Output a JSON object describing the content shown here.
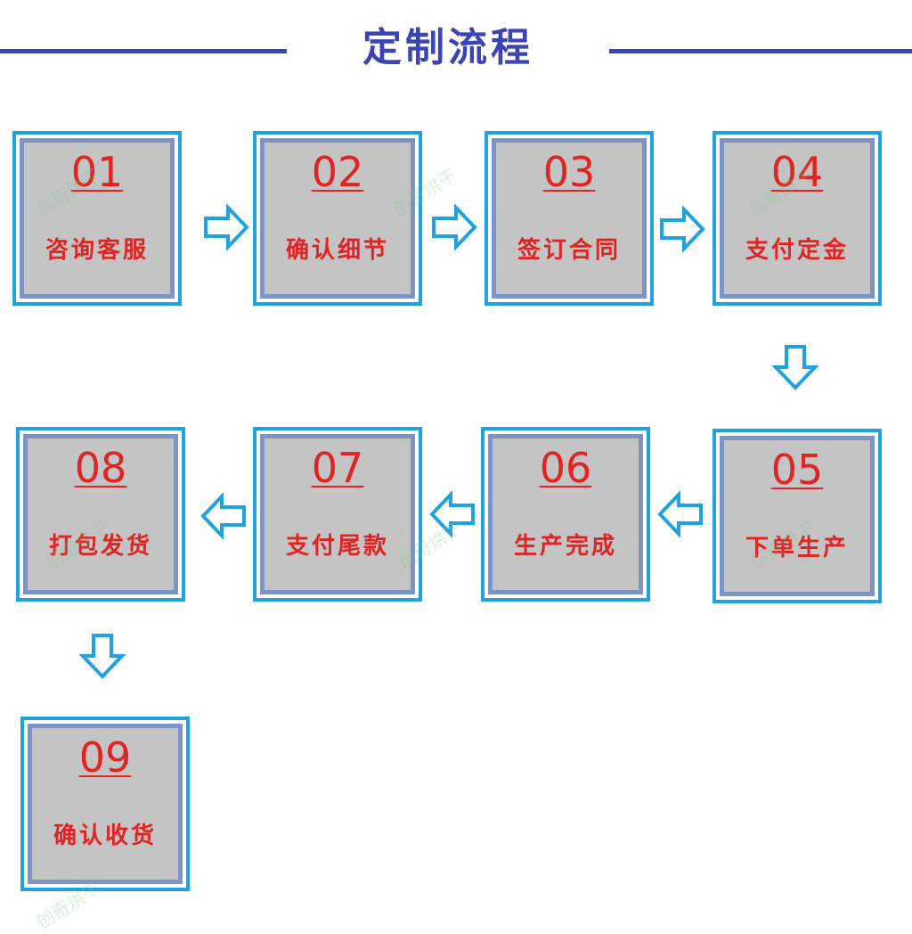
{
  "title": "定制流程",
  "colors": {
    "title": "#3b43b5",
    "outer_border": "#1ea3e0",
    "inner_border": "#7d93c6",
    "box_fill": "#c4c4c4",
    "text": "#e32222",
    "arrow": "#1ea3e0"
  },
  "steps": [
    {
      "num": "01",
      "label": "咨询客服"
    },
    {
      "num": "02",
      "label": "确认细节"
    },
    {
      "num": "03",
      "label": "签订合同"
    },
    {
      "num": "04",
      "label": "支付定金"
    },
    {
      "num": "05",
      "label": "下单生产"
    },
    {
      "num": "06",
      "label": "生产完成"
    },
    {
      "num": "07",
      "label": "支付尾款"
    },
    {
      "num": "08",
      "label": "打包发货"
    },
    {
      "num": "09",
      "label": "确认收货"
    }
  ],
  "watermark": "创奇烘干",
  "icons": {
    "arrow_right": "arrow-right-icon",
    "arrow_left": "arrow-left-icon",
    "arrow_down": "arrow-down-icon"
  }
}
